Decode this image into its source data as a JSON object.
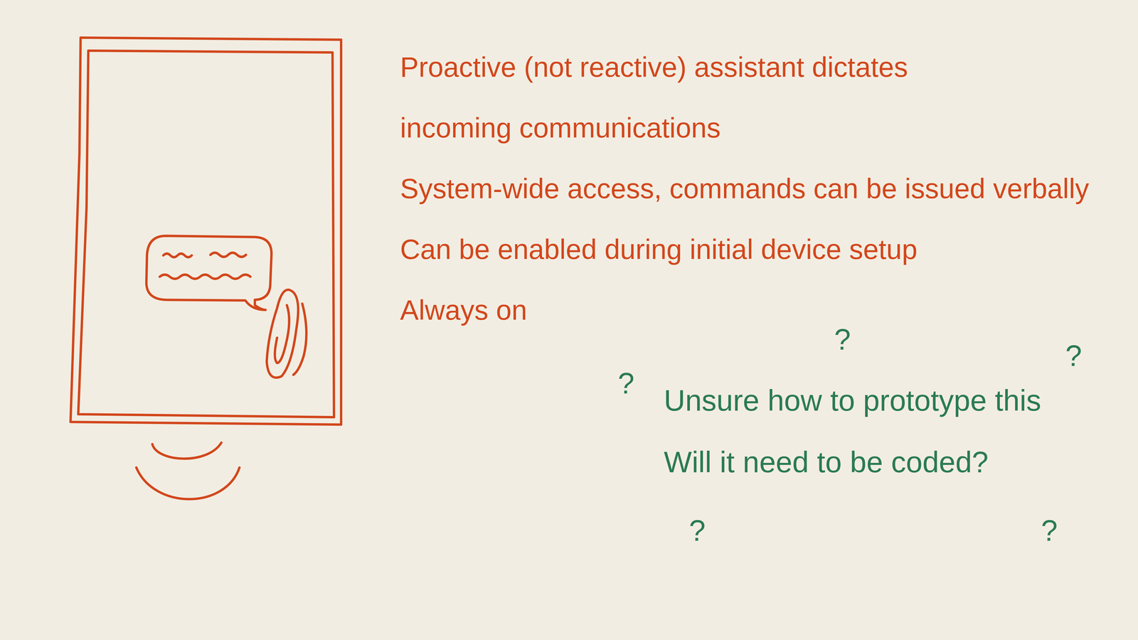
{
  "diagram": {
    "labels": [
      "Proactive (not reactive) assistant dictates incoming communications",
      "System-wide access, commands can be issued verbally",
      "Can be enabled during initial device setup",
      "Always on",
      "Unsure how to prototype this",
      "Will it need to be coded?",
      "?",
      "?",
      "?",
      "?",
      "?"
    ]
  }
}
